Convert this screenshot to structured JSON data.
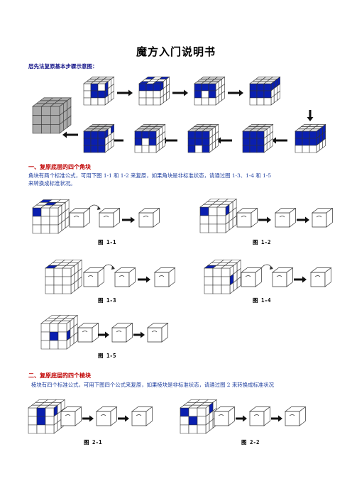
{
  "document": {
    "title": "魔方入门说明书",
    "subtitle": "层先法复原基本步骤示意图：",
    "section1": {
      "heading": "一、复原底层的四个角块",
      "text_line1": "角块有两个标准公式，可用下图 1-1 和 1-2 来复原，如果角块是非标准状态，请通过图 1-3、1-4 和 1-5",
      "text_line2": "来转换成标准状况。",
      "figures": [
        "图 1-1",
        "图 1-2",
        "图 1-3",
        "图 1-4",
        "图 1-5"
      ]
    },
    "section2": {
      "heading": "二、复原底层的四个棱块",
      "text_line1": "棱块有四个标准公式，可用下图四个公式来复原，如果棱块是非标准状态，请通过图 2 来转换成标准状况",
      "figures": [
        "图 2-1",
        "图 2-2"
      ]
    }
  },
  "colors": {
    "title": "#000000",
    "subtitle": "#1a1a8c",
    "heading": "#c00000",
    "body_text": "#1f3f9f",
    "sticker_blue": "#0a1fb0",
    "sticker_grey": "#b8b8b8",
    "arrow": "#111111"
  }
}
